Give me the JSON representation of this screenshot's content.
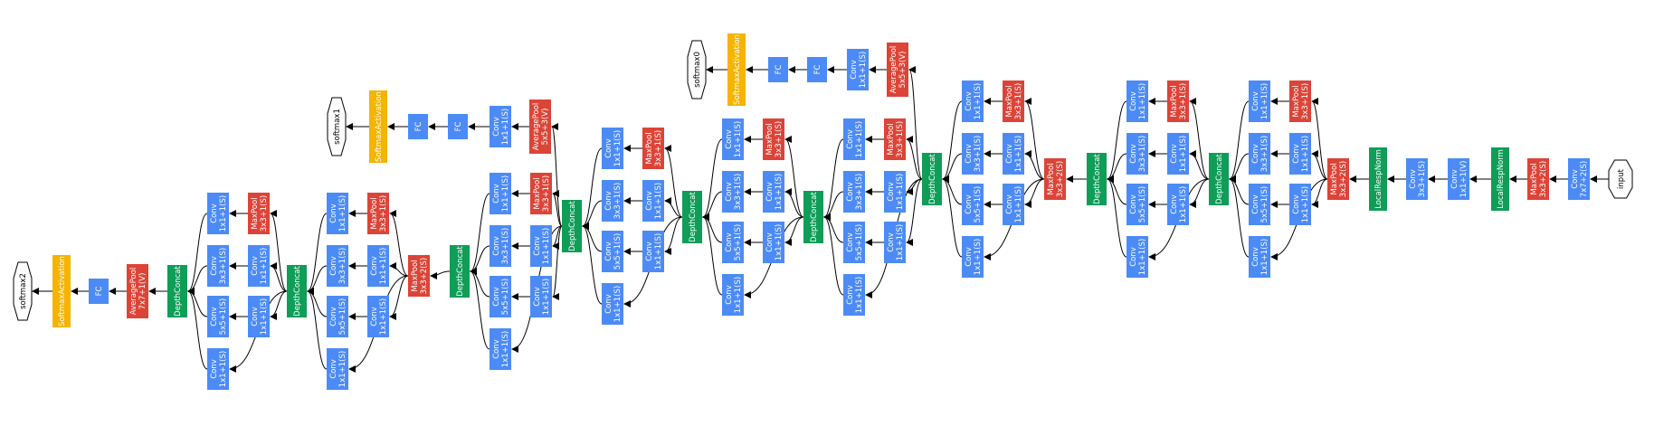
{
  "diagram": {
    "colors": {
      "conv": "#4c8bf5",
      "pool": "#dc4437",
      "concat": "#0f9d58",
      "softmax": "#f4b400",
      "terminal": "#ffffff",
      "edge": "#000000"
    },
    "nodes": [
      {
        "id": "input",
        "kind": "terminal",
        "lines": [
          "input"
        ]
      },
      {
        "id": "c0",
        "kind": "conv",
        "lines": [
          "Conv",
          "7x7+2(S)"
        ]
      },
      {
        "id": "p0",
        "kind": "pool",
        "lines": [
          "MaxPool",
          "3x3+2(S)"
        ]
      },
      {
        "id": "lrn0",
        "kind": "concat",
        "lines": [
          "LocalRespNorm"
        ]
      },
      {
        "id": "c1",
        "kind": "conv",
        "lines": [
          "Conv",
          "1x1+1(V)"
        ]
      },
      {
        "id": "c2",
        "kind": "conv",
        "lines": [
          "Conv",
          "3x3+1(S)"
        ]
      },
      {
        "id": "lrn1",
        "kind": "concat",
        "lines": [
          "LocalRespNorm"
        ]
      },
      {
        "id": "p1",
        "kind": "pool",
        "lines": [
          "MaxPool",
          "3x3+2(S)"
        ]
      },
      {
        "id": "i1_c1",
        "kind": "conv",
        "lines": [
          "Conv",
          "1x1+1(S)"
        ]
      },
      {
        "id": "i1_c2a",
        "kind": "conv",
        "lines": [
          "Conv",
          "1x1+1(S)"
        ]
      },
      {
        "id": "i1_c3a",
        "kind": "conv",
        "lines": [
          "Conv",
          "1x1+1(S)"
        ]
      },
      {
        "id": "i1_pm",
        "kind": "pool",
        "lines": [
          "MaxPool",
          "3x3+1(S)"
        ]
      },
      {
        "id": "i1_c2b",
        "kind": "conv",
        "lines": [
          "Conv",
          "3x3+1(S)"
        ]
      },
      {
        "id": "i1_c3b",
        "kind": "conv",
        "lines": [
          "Conv",
          "5x5+1(S)"
        ]
      },
      {
        "id": "i1_pc",
        "kind": "conv",
        "lines": [
          "Conv",
          "1x1+1(S)"
        ]
      },
      {
        "id": "dc1",
        "kind": "concat",
        "lines": [
          "DepthConcat"
        ]
      },
      {
        "id": "i2_c1",
        "kind": "conv",
        "lines": [
          "Conv",
          "1x1+1(S)"
        ]
      },
      {
        "id": "i2_c2a",
        "kind": "conv",
        "lines": [
          "Conv",
          "1x1+1(S)"
        ]
      },
      {
        "id": "i2_c3a",
        "kind": "conv",
        "lines": [
          "Conv",
          "1x1+1(S)"
        ]
      },
      {
        "id": "i2_pm",
        "kind": "pool",
        "lines": [
          "MaxPool",
          "3x3+1(S)"
        ]
      },
      {
        "id": "i2_c2b",
        "kind": "conv",
        "lines": [
          "Conv",
          "3x3+1(S)"
        ]
      },
      {
        "id": "i2_c3b",
        "kind": "conv",
        "lines": [
          "Conv",
          "5x5+1(S)"
        ]
      },
      {
        "id": "i2_pc",
        "kind": "conv",
        "lines": [
          "Conv",
          "1x1+1(S)"
        ]
      },
      {
        "id": "dc2",
        "kind": "concat",
        "lines": [
          "DepthConcat"
        ]
      },
      {
        "id": "p2",
        "kind": "pool",
        "lines": [
          "MaxPool",
          "3x3+2(S)"
        ]
      },
      {
        "id": "i3_c1",
        "kind": "conv",
        "lines": [
          "Conv",
          "1x1+1(S)"
        ]
      },
      {
        "id": "i3_c2a",
        "kind": "conv",
        "lines": [
          "Conv",
          "1x1+1(S)"
        ]
      },
      {
        "id": "i3_c3a",
        "kind": "conv",
        "lines": [
          "Conv",
          "1x1+1(S)"
        ]
      },
      {
        "id": "i3_pm",
        "kind": "pool",
        "lines": [
          "MaxPool",
          "3x3+1(S)"
        ]
      },
      {
        "id": "i3_c2b",
        "kind": "conv",
        "lines": [
          "Conv",
          "3x3+1(S)"
        ]
      },
      {
        "id": "i3_c3b",
        "kind": "conv",
        "lines": [
          "Conv",
          "5x5+1(S)"
        ]
      },
      {
        "id": "i3_pc",
        "kind": "conv",
        "lines": [
          "Conv",
          "1x1+1(S)"
        ]
      },
      {
        "id": "dc3",
        "kind": "concat",
        "lines": [
          "DepthConcat"
        ]
      },
      {
        "id": "a0_pool",
        "kind": "pool",
        "lines": [
          "AveragePool",
          "5x5+3(V)"
        ]
      },
      {
        "id": "a0_conv",
        "kind": "conv",
        "lines": [
          "Conv",
          "1x1+1(S)"
        ]
      },
      {
        "id": "a0_fc1",
        "kind": "conv",
        "lines": [
          "FC"
        ]
      },
      {
        "id": "a0_fc2",
        "kind": "conv",
        "lines": [
          "FC"
        ]
      },
      {
        "id": "a0_sm",
        "kind": "softmax",
        "lines": [
          "SoftmaxActivation"
        ]
      },
      {
        "id": "softmax0",
        "kind": "terminal",
        "lines": [
          "softmax0"
        ]
      },
      {
        "id": "i4_c1",
        "kind": "conv",
        "lines": [
          "Conv",
          "1x1+1(S)"
        ]
      },
      {
        "id": "i4_c2a",
        "kind": "conv",
        "lines": [
          "Conv",
          "1x1+1(S)"
        ]
      },
      {
        "id": "i4_c3a",
        "kind": "conv",
        "lines": [
          "Conv",
          "1x1+1(S)"
        ]
      },
      {
        "id": "i4_pm",
        "kind": "pool",
        "lines": [
          "MaxPool",
          "3x3+1(S)"
        ]
      },
      {
        "id": "i4_c2b",
        "kind": "conv",
        "lines": [
          "Conv",
          "3x3+1(S)"
        ]
      },
      {
        "id": "i4_c3b",
        "kind": "conv",
        "lines": [
          "Conv",
          "5x5+1(S)"
        ]
      },
      {
        "id": "i4_pc",
        "kind": "conv",
        "lines": [
          "Conv",
          "1x1+1(S)"
        ]
      },
      {
        "id": "dc4",
        "kind": "concat",
        "lines": [
          "DepthConcat"
        ]
      },
      {
        "id": "i5_c1",
        "kind": "conv",
        "lines": [
          "Conv",
          "1x1+1(S)"
        ]
      },
      {
        "id": "i5_c2a",
        "kind": "conv",
        "lines": [
          "Conv",
          "1x1+1(S)"
        ]
      },
      {
        "id": "i5_c3a",
        "kind": "conv",
        "lines": [
          "Conv",
          "1x1+1(S)"
        ]
      },
      {
        "id": "i5_pm",
        "kind": "pool",
        "lines": [
          "MaxPool",
          "3x3+1(S)"
        ]
      },
      {
        "id": "i5_c2b",
        "kind": "conv",
        "lines": [
          "Conv",
          "3x3+1(S)"
        ]
      },
      {
        "id": "i5_c3b",
        "kind": "conv",
        "lines": [
          "Conv",
          "5x5+1(S)"
        ]
      },
      {
        "id": "i5_pc",
        "kind": "conv",
        "lines": [
          "Conv",
          "1x1+1(S)"
        ]
      },
      {
        "id": "dc5",
        "kind": "concat",
        "lines": [
          "DepthConcat"
        ]
      },
      {
        "id": "i6_c1",
        "kind": "conv",
        "lines": [
          "Conv",
          "1x1+1(S)"
        ]
      },
      {
        "id": "i6_c2a",
        "kind": "conv",
        "lines": [
          "Conv",
          "1x1+1(S)"
        ]
      },
      {
        "id": "i6_c3a",
        "kind": "conv",
        "lines": [
          "Conv",
          "1x1+1(S)"
        ]
      },
      {
        "id": "i6_pm",
        "kind": "pool",
        "lines": [
          "MaxPool",
          "3x3+1(S)"
        ]
      },
      {
        "id": "i6_c2b",
        "kind": "conv",
        "lines": [
          "Conv",
          "3x3+1(S)"
        ]
      },
      {
        "id": "i6_c3b",
        "kind": "conv",
        "lines": [
          "Conv",
          "5x5+1(S)"
        ]
      },
      {
        "id": "i6_pc",
        "kind": "conv",
        "lines": [
          "Conv",
          "1x1+1(S)"
        ]
      },
      {
        "id": "dc6",
        "kind": "concat",
        "lines": [
          "DepthConcat"
        ]
      },
      {
        "id": "a1_pool",
        "kind": "pool",
        "lines": [
          "AveragePool",
          "5x5+3(V)"
        ]
      },
      {
        "id": "a1_conv",
        "kind": "conv",
        "lines": [
          "Conv",
          "1x1+1(S)"
        ]
      },
      {
        "id": "a1_fc1",
        "kind": "conv",
        "lines": [
          "FC"
        ]
      },
      {
        "id": "a1_fc2",
        "kind": "conv",
        "lines": [
          "FC"
        ]
      },
      {
        "id": "a1_sm",
        "kind": "softmax",
        "lines": [
          "SoftmaxActivation"
        ]
      },
      {
        "id": "softmax1",
        "kind": "terminal",
        "lines": [
          "softmax1"
        ]
      },
      {
        "id": "i7_c1",
        "kind": "conv",
        "lines": [
          "Conv",
          "1x1+1(S)"
        ]
      },
      {
        "id": "i7_c2a",
        "kind": "conv",
        "lines": [
          "Conv",
          "1x1+1(S)"
        ]
      },
      {
        "id": "i7_c3a",
        "kind": "conv",
        "lines": [
          "Conv",
          "1x1+1(S)"
        ]
      },
      {
        "id": "i7_pm",
        "kind": "pool",
        "lines": [
          "MaxPool",
          "3x3+1(S)"
        ]
      },
      {
        "id": "i7_c2b",
        "kind": "conv",
        "lines": [
          "Conv",
          "3x3+1(S)"
        ]
      },
      {
        "id": "i7_c3b",
        "kind": "conv",
        "lines": [
          "Conv",
          "5x5+1(S)"
        ]
      },
      {
        "id": "i7_pc",
        "kind": "conv",
        "lines": [
          "Conv",
          "1x1+1(S)"
        ]
      },
      {
        "id": "dc7",
        "kind": "concat",
        "lines": [
          "DepthConcat"
        ]
      },
      {
        "id": "p3",
        "kind": "pool",
        "lines": [
          "MaxPool",
          "3x3+2(S)"
        ]
      },
      {
        "id": "i8_c1",
        "kind": "conv",
        "lines": [
          "Conv",
          "1x1+1(S)"
        ]
      },
      {
        "id": "i8_c2a",
        "kind": "conv",
        "lines": [
          "Conv",
          "1x1+1(S)"
        ]
      },
      {
        "id": "i8_c3a",
        "kind": "conv",
        "lines": [
          "Conv",
          "1x1+1(S)"
        ]
      },
      {
        "id": "i8_pm",
        "kind": "pool",
        "lines": [
          "MaxPool",
          "3x3+1(S)"
        ]
      },
      {
        "id": "i8_c2b",
        "kind": "conv",
        "lines": [
          "Conv",
          "3x3+1(S)"
        ]
      },
      {
        "id": "i8_c3b",
        "kind": "conv",
        "lines": [
          "Conv",
          "5x5+1(S)"
        ]
      },
      {
        "id": "i8_pc",
        "kind": "conv",
        "lines": [
          "Conv",
          "1x1+1(S)"
        ]
      },
      {
        "id": "dc8",
        "kind": "concat",
        "lines": [
          "DepthConcat"
        ]
      },
      {
        "id": "i9_c1",
        "kind": "conv",
        "lines": [
          "Conv",
          "1x1+1(S)"
        ]
      },
      {
        "id": "i9_c2a",
        "kind": "conv",
        "lines": [
          "Conv",
          "1x1+1(S)"
        ]
      },
      {
        "id": "i9_c3a",
        "kind": "conv",
        "lines": [
          "Conv",
          "1x1+1(S)"
        ]
      },
      {
        "id": "i9_pm",
        "kind": "pool",
        "lines": [
          "MaxPool",
          "3x3+1(S)"
        ]
      },
      {
        "id": "i9_c2b",
        "kind": "conv",
        "lines": [
          "Conv",
          "3x3+1(S)"
        ]
      },
      {
        "id": "i9_c3b",
        "kind": "conv",
        "lines": [
          "Conv",
          "5x5+1(S)"
        ]
      },
      {
        "id": "i9_pc",
        "kind": "conv",
        "lines": [
          "Conv",
          "1x1+1(S)"
        ]
      },
      {
        "id": "dc9",
        "kind": "concat",
        "lines": [
          "DepthConcat"
        ]
      },
      {
        "id": "a2_pool",
        "kind": "pool",
        "lines": [
          "AveragePool",
          "7x7+1(V)"
        ]
      },
      {
        "id": "a2_fc",
        "kind": "conv",
        "lines": [
          "FC"
        ]
      },
      {
        "id": "a2_sm",
        "kind": "softmax",
        "lines": [
          "SoftmaxActivation"
        ]
      },
      {
        "id": "softmax2",
        "kind": "terminal",
        "lines": [
          "softmax2"
        ]
      }
    ],
    "edges": [
      [
        "input",
        "c0"
      ],
      [
        "c0",
        "p0"
      ],
      [
        "p0",
        "lrn0"
      ],
      [
        "lrn0",
        "c1"
      ],
      [
        "c1",
        "c2"
      ],
      [
        "c2",
        "lrn1"
      ],
      [
        "lrn1",
        "p1"
      ],
      [
        "p1",
        "i1_c1"
      ],
      [
        "p1",
        "i1_c2a"
      ],
      [
        "p1",
        "i1_c3a"
      ],
      [
        "p1",
        "i1_pm"
      ],
      [
        "i1_c2a",
        "i1_c2b"
      ],
      [
        "i1_c3a",
        "i1_c3b"
      ],
      [
        "i1_pm",
        "i1_pc"
      ],
      [
        "i1_c1",
        "dc1"
      ],
      [
        "i1_c2b",
        "dc1"
      ],
      [
        "i1_c3b",
        "dc1"
      ],
      [
        "i1_pc",
        "dc1"
      ],
      [
        "dc1",
        "i2_c1"
      ],
      [
        "dc1",
        "i2_c2a"
      ],
      [
        "dc1",
        "i2_c3a"
      ],
      [
        "dc1",
        "i2_pm"
      ],
      [
        "i2_c2a",
        "i2_c2b"
      ],
      [
        "i2_c3a",
        "i2_c3b"
      ],
      [
        "i2_pm",
        "i2_pc"
      ],
      [
        "i2_c1",
        "dc2"
      ],
      [
        "i2_c2b",
        "dc2"
      ],
      [
        "i2_c3b",
        "dc2"
      ],
      [
        "i2_pc",
        "dc2"
      ],
      [
        "dc2",
        "p2"
      ],
      [
        "p2",
        "i3_c1"
      ],
      [
        "p2",
        "i3_c2a"
      ],
      [
        "p2",
        "i3_c3a"
      ],
      [
        "p2",
        "i3_pm"
      ],
      [
        "i3_c2a",
        "i3_c2b"
      ],
      [
        "i3_c3a",
        "i3_c3b"
      ],
      [
        "i3_pm",
        "i3_pc"
      ],
      [
        "i3_c1",
        "dc3"
      ],
      [
        "i3_c2b",
        "dc3"
      ],
      [
        "i3_c3b",
        "dc3"
      ],
      [
        "i3_pc",
        "dc3"
      ],
      [
        "dc3",
        "a0_pool"
      ],
      [
        "a0_pool",
        "a0_conv"
      ],
      [
        "a0_conv",
        "a0_fc1"
      ],
      [
        "a0_fc1",
        "a0_fc2"
      ],
      [
        "a0_fc2",
        "a0_sm"
      ],
      [
        "a0_sm",
        "softmax0"
      ],
      [
        "dc3",
        "i4_c1"
      ],
      [
        "dc3",
        "i4_c2a"
      ],
      [
        "dc3",
        "i4_c3a"
      ],
      [
        "dc3",
        "i4_pm"
      ],
      [
        "i4_c2a",
        "i4_c2b"
      ],
      [
        "i4_c3a",
        "i4_c3b"
      ],
      [
        "i4_pm",
        "i4_pc"
      ],
      [
        "i4_c1",
        "dc4"
      ],
      [
        "i4_c2b",
        "dc4"
      ],
      [
        "i4_c3b",
        "dc4"
      ],
      [
        "i4_pc",
        "dc4"
      ],
      [
        "dc4",
        "i5_c1"
      ],
      [
        "dc4",
        "i5_c2a"
      ],
      [
        "dc4",
        "i5_c3a"
      ],
      [
        "dc4",
        "i5_pm"
      ],
      [
        "i5_c2a",
        "i5_c2b"
      ],
      [
        "i5_c3a",
        "i5_c3b"
      ],
      [
        "i5_pm",
        "i5_pc"
      ],
      [
        "i5_c1",
        "dc5"
      ],
      [
        "i5_c2b",
        "dc5"
      ],
      [
        "i5_c3b",
        "dc5"
      ],
      [
        "i5_pc",
        "dc5"
      ],
      [
        "dc5",
        "i6_c1"
      ],
      [
        "dc5",
        "i6_c2a"
      ],
      [
        "dc5",
        "i6_c3a"
      ],
      [
        "dc5",
        "i6_pm"
      ],
      [
        "i6_c2a",
        "i6_c2b"
      ],
      [
        "i6_c3a",
        "i6_c3b"
      ],
      [
        "i6_pm",
        "i6_pc"
      ],
      [
        "i6_c1",
        "dc6"
      ],
      [
        "i6_c2b",
        "dc6"
      ],
      [
        "i6_c3b",
        "dc6"
      ],
      [
        "i6_pc",
        "dc6"
      ],
      [
        "dc6",
        "a1_pool"
      ],
      [
        "a1_pool",
        "a1_conv"
      ],
      [
        "a1_conv",
        "a1_fc1"
      ],
      [
        "a1_fc1",
        "a1_fc2"
      ],
      [
        "a1_fc2",
        "a1_sm"
      ],
      [
        "a1_sm",
        "softmax1"
      ],
      [
        "dc6",
        "i7_c1"
      ],
      [
        "dc6",
        "i7_c2a"
      ],
      [
        "dc6",
        "i7_c3a"
      ],
      [
        "dc6",
        "i7_pm"
      ],
      [
        "i7_c2a",
        "i7_c2b"
      ],
      [
        "i7_c3a",
        "i7_c3b"
      ],
      [
        "i7_pm",
        "i7_pc"
      ],
      [
        "i7_c1",
        "dc7"
      ],
      [
        "i7_c2b",
        "dc7"
      ],
      [
        "i7_c3b",
        "dc7"
      ],
      [
        "i7_pc",
        "dc7"
      ],
      [
        "dc7",
        "p3"
      ],
      [
        "p3",
        "i8_c1"
      ],
      [
        "p3",
        "i8_c2a"
      ],
      [
        "p3",
        "i8_c3a"
      ],
      [
        "p3",
        "i8_pm"
      ],
      [
        "i8_c2a",
        "i8_c2b"
      ],
      [
        "i8_c3a",
        "i8_c3b"
      ],
      [
        "i8_pm",
        "i8_pc"
      ],
      [
        "i8_c1",
        "dc8"
      ],
      [
        "i8_c2b",
        "dc8"
      ],
      [
        "i8_c3b",
        "dc8"
      ],
      [
        "i8_pc",
        "dc8"
      ],
      [
        "dc8",
        "i9_c1"
      ],
      [
        "dc8",
        "i9_c2a"
      ],
      [
        "dc8",
        "i9_c3a"
      ],
      [
        "dc8",
        "i9_pm"
      ],
      [
        "i9_c2a",
        "i9_c2b"
      ],
      [
        "i9_c3a",
        "i9_c3b"
      ],
      [
        "i9_pm",
        "i9_pc"
      ],
      [
        "i9_c1",
        "dc9"
      ],
      [
        "i9_c2b",
        "dc9"
      ],
      [
        "i9_c3b",
        "dc9"
      ],
      [
        "i9_pc",
        "dc9"
      ],
      [
        "dc9",
        "a2_pool"
      ],
      [
        "a2_pool",
        "a2_fc"
      ],
      [
        "a2_fc",
        "a2_sm"
      ],
      [
        "a2_sm",
        "softmax2"
      ]
    ]
  }
}
